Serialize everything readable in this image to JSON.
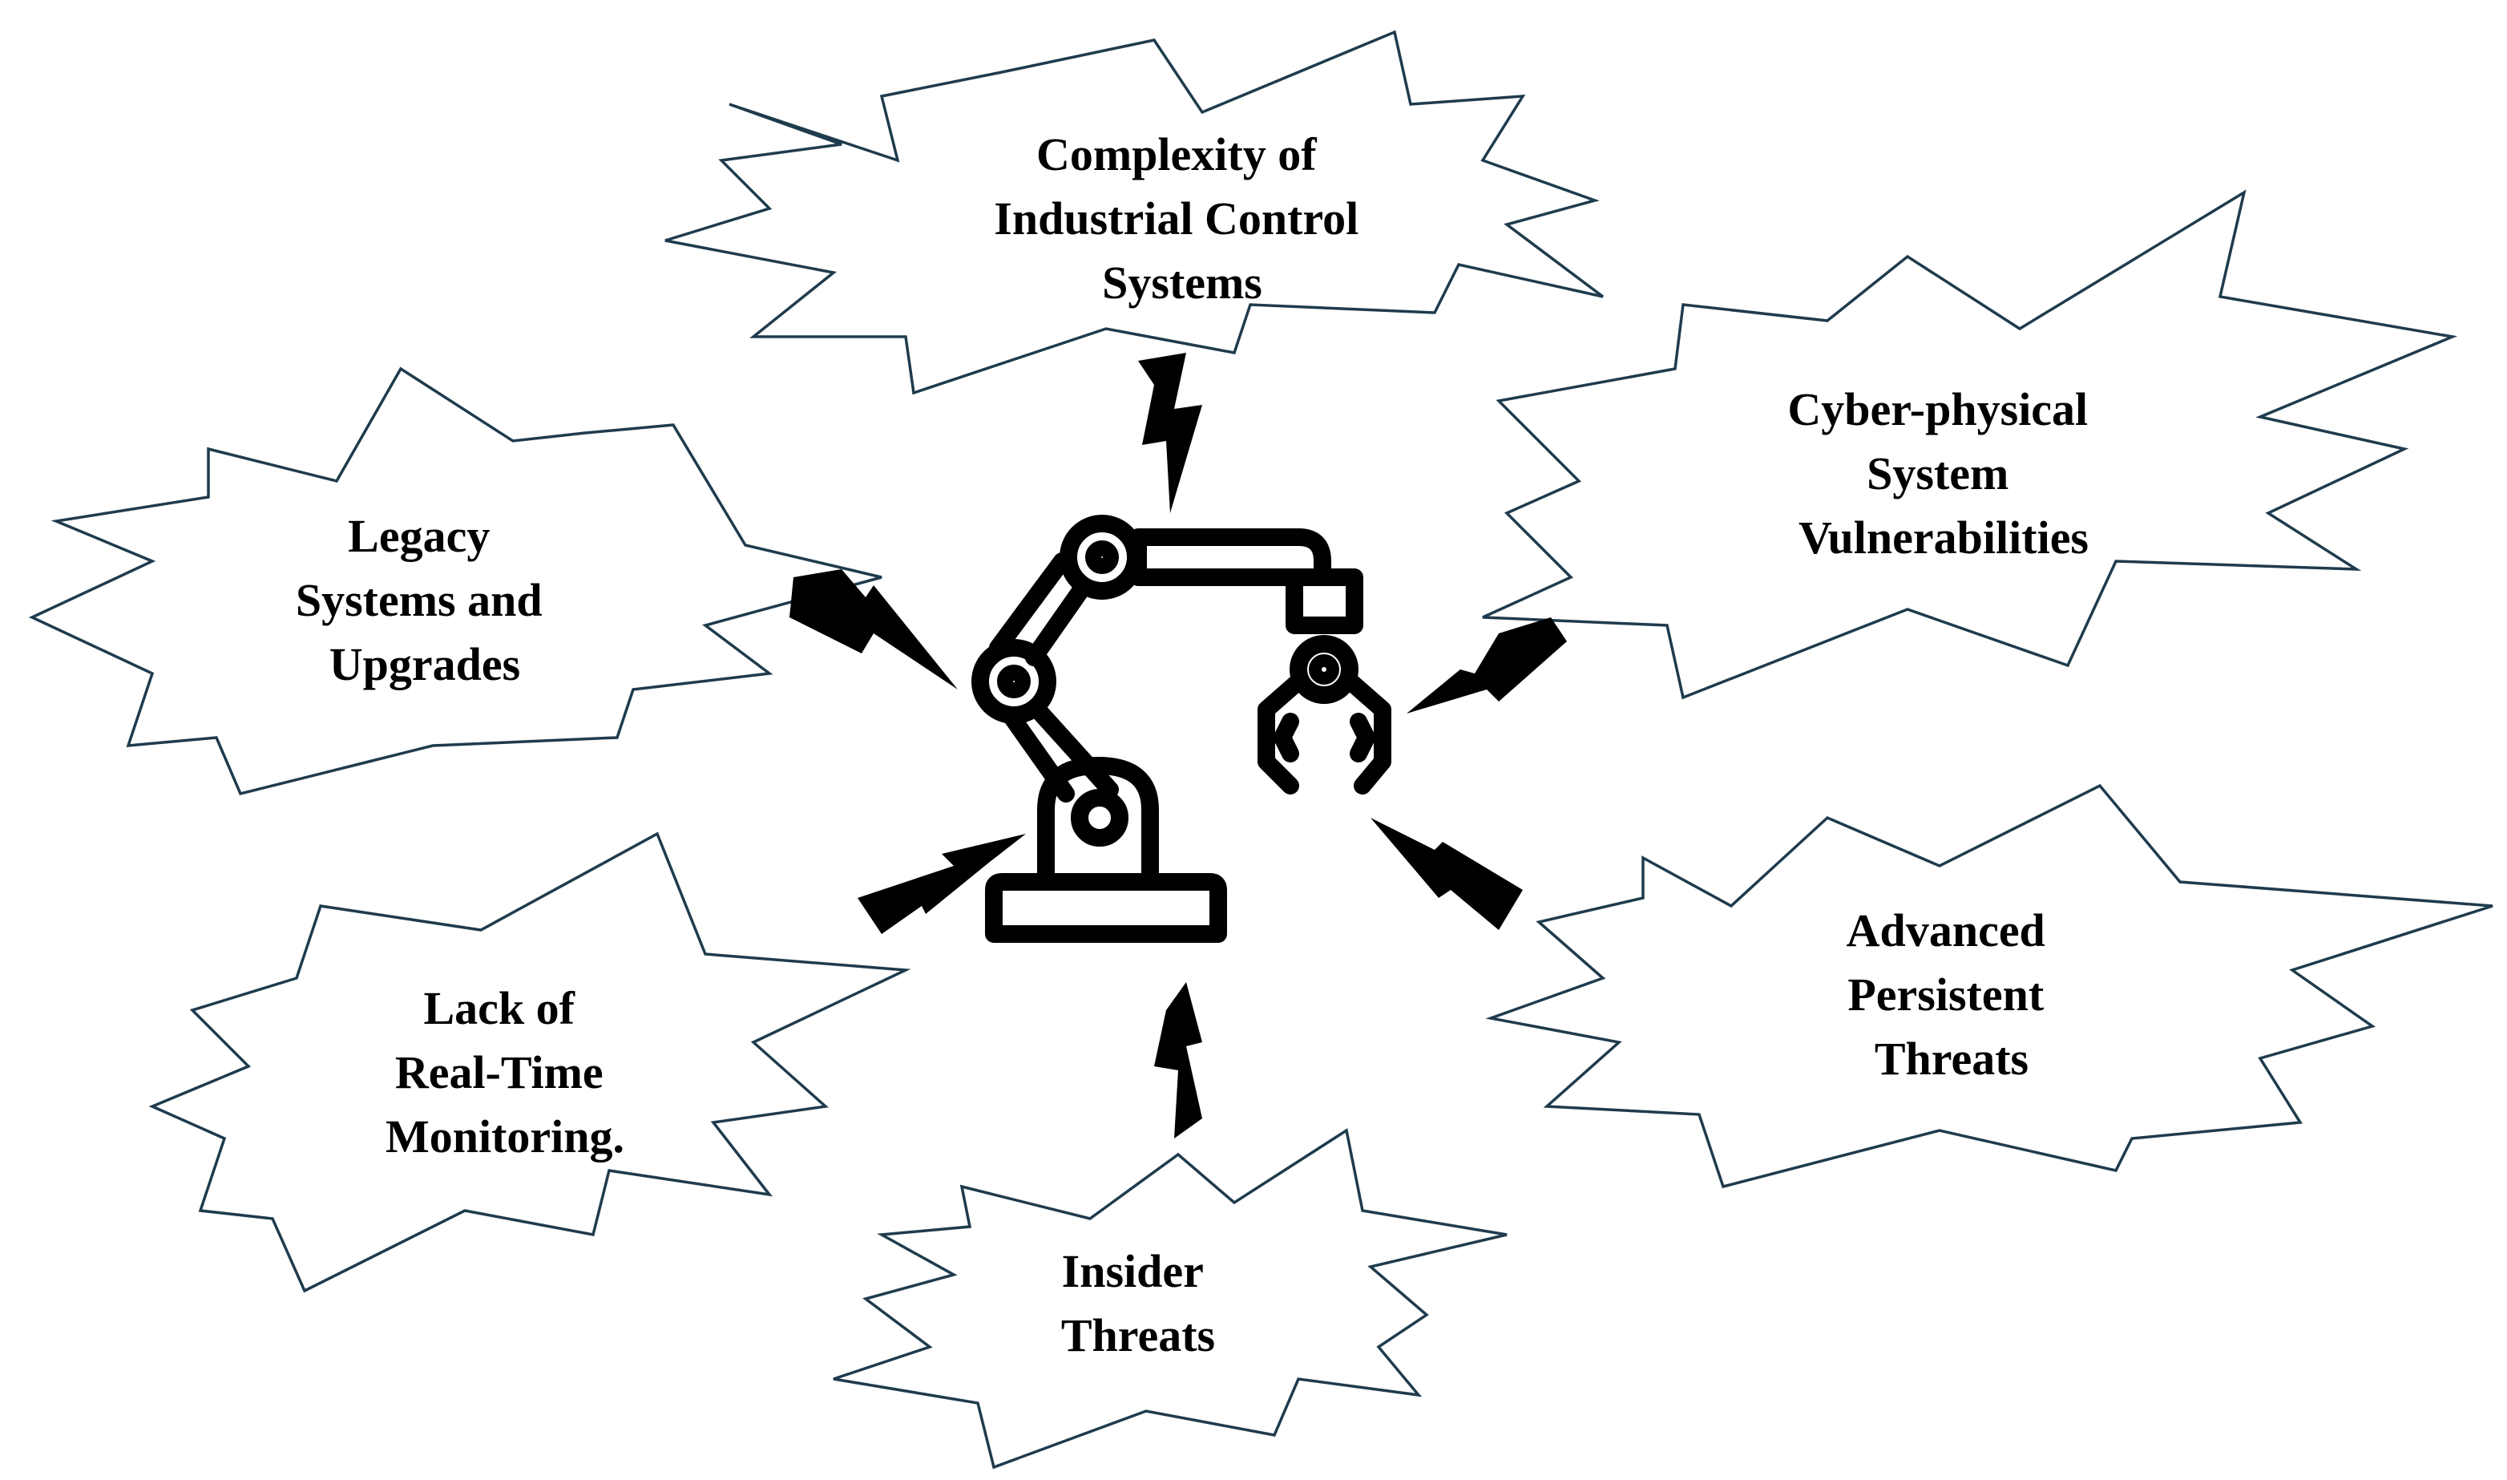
{
  "nodes": [
    {
      "id": "ics",
      "lines": [
        "Complexity of",
        "Industrial Control",
        "Systems"
      ]
    },
    {
      "id": "cps",
      "lines": [
        "Cyber-physical",
        "System",
        "Vulnerabilities"
      ]
    },
    {
      "id": "legacy",
      "lines": [
        "Legacy",
        "Systems and",
        "Upgrades"
      ]
    },
    {
      "id": "apt",
      "lines": [
        "Advanced",
        "Persistent",
        "Threats"
      ]
    },
    {
      "id": "monitoring",
      "lines": [
        "Lack of",
        "Real-Time",
        "Monitoring."
      ]
    },
    {
      "id": "insider",
      "lines": [
        "Insider",
        "Threats"
      ]
    }
  ],
  "center": {
    "icon": "robot-arm-icon"
  },
  "connector_icon": "lightning-bolt-icon",
  "colors": {
    "burst_stroke": "#1f3b4d",
    "text": "#000000",
    "bolt": "#000000"
  }
}
